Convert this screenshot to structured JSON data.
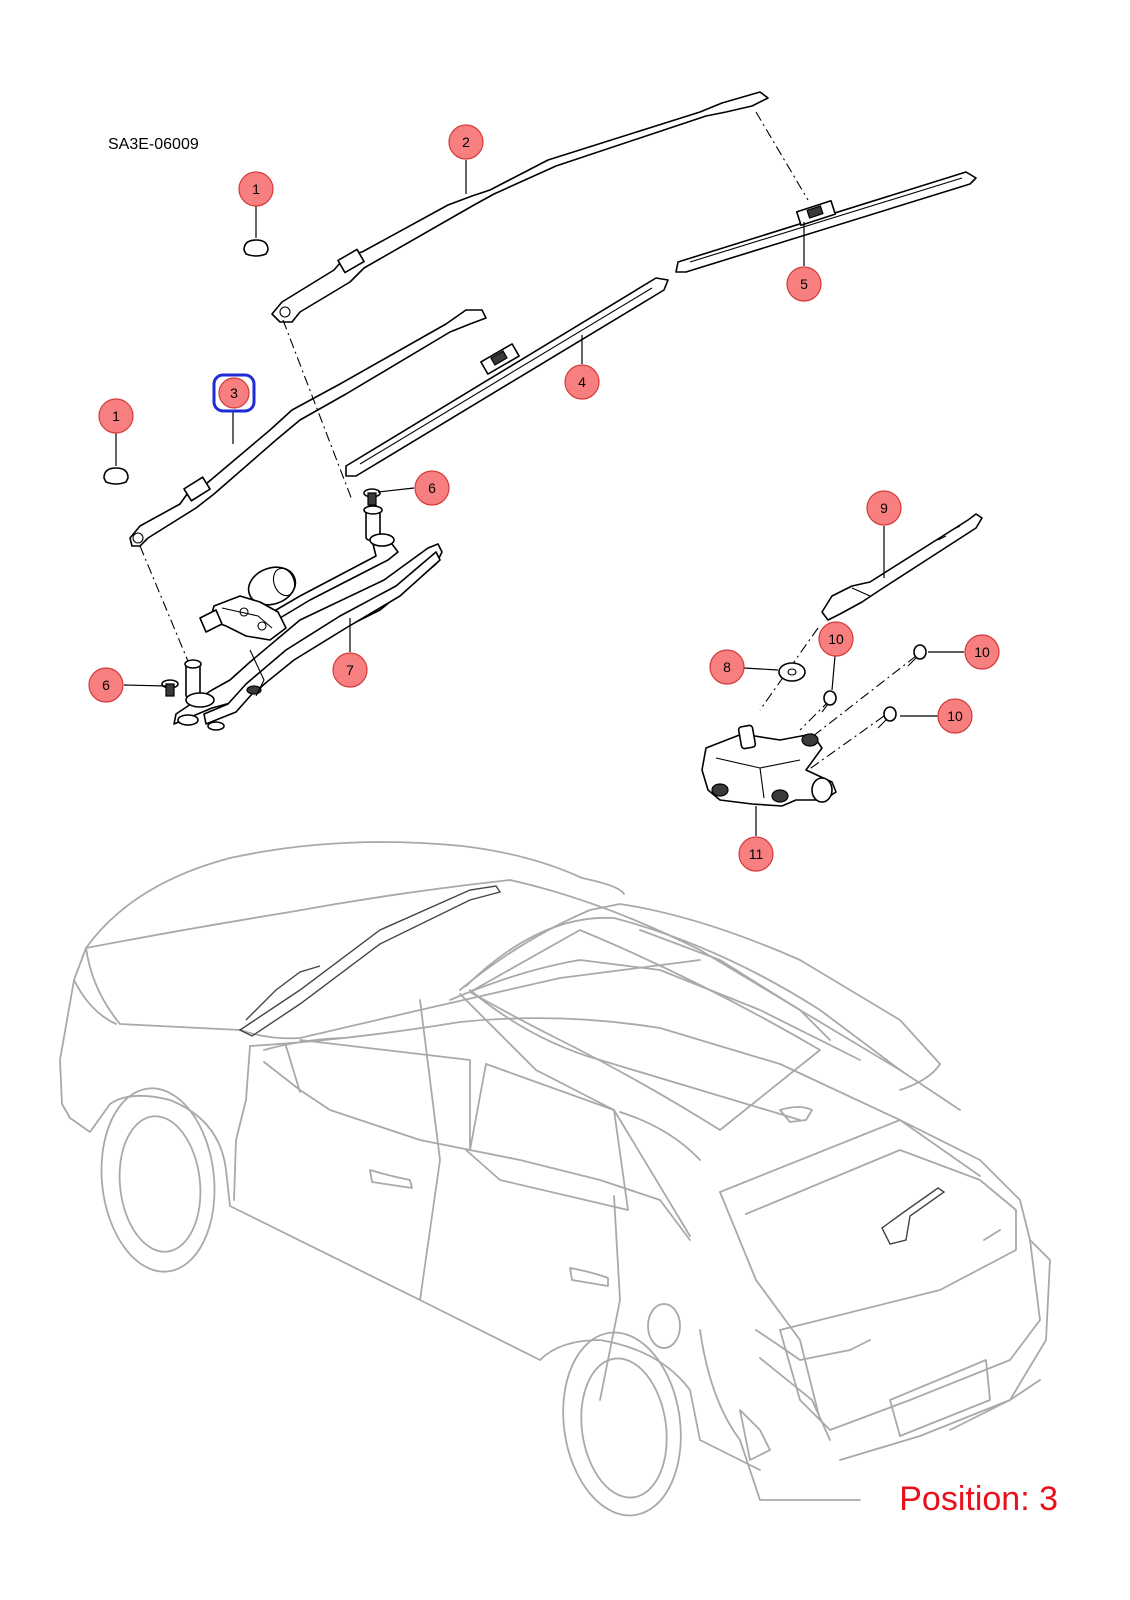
{
  "diagram": {
    "code": "SA3E-06009",
    "position_label": "Position: 3",
    "selected_position": "3",
    "colors": {
      "callout_fill": "#f77f7f",
      "callout_stroke": "#d33b3b",
      "selected_stroke": "#1f2bd6",
      "position_text": "#e8101a",
      "car_outline": "#a9a9a9"
    }
  },
  "callouts": [
    {
      "id": "c1a",
      "label": "1"
    },
    {
      "id": "c2",
      "label": "2"
    },
    {
      "id": "c1b",
      "label": "1"
    },
    {
      "id": "c3",
      "label": "3"
    },
    {
      "id": "c4",
      "label": "4"
    },
    {
      "id": "c5",
      "label": "5"
    },
    {
      "id": "c6a",
      "label": "6"
    },
    {
      "id": "c6b",
      "label": "6"
    },
    {
      "id": "c7",
      "label": "7"
    },
    {
      "id": "c8",
      "label": "8"
    },
    {
      "id": "c9",
      "label": "9"
    },
    {
      "id": "c10a",
      "label": "10"
    },
    {
      "id": "c10b",
      "label": "10"
    },
    {
      "id": "c10c",
      "label": "10"
    },
    {
      "id": "c11",
      "label": "11"
    }
  ]
}
